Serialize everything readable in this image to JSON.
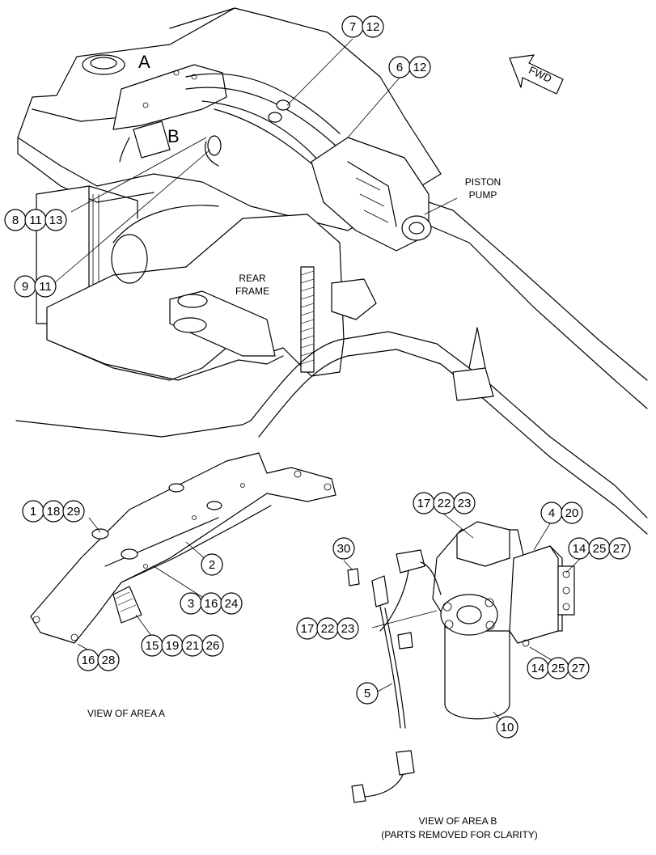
{
  "labels": {
    "area_a": "A",
    "area_b": "B",
    "fwd": "FWD",
    "piston_pump_1": "PISTON",
    "piston_pump_2": "PUMP",
    "rear_frame_1": "REAR",
    "rear_frame_2": "FRAME",
    "view_area_a": "VIEW OF AREA A",
    "view_area_b": "VIEW OF AREA B",
    "view_area_b_note": "(PARTS REMOVED FOR CLARITY)"
  },
  "callouts": {
    "g1": [
      "7",
      "12"
    ],
    "g2": [
      "6",
      "12"
    ],
    "g3": [
      "8",
      "11",
      "13"
    ],
    "g4": [
      "9",
      "11"
    ],
    "g5": [
      "1",
      "18",
      "29"
    ],
    "g6": [
      "2"
    ],
    "g7": [
      "3",
      "16",
      "24"
    ],
    "g8": [
      "15",
      "19",
      "21",
      "26"
    ],
    "g9": [
      "16",
      "28"
    ],
    "g10": [
      "17",
      "22",
      "23"
    ],
    "g11": [
      "4",
      "20"
    ],
    "g12": [
      "14",
      "25",
      "27"
    ],
    "g13": [
      "30"
    ],
    "g14": [
      "17",
      "22",
      "23"
    ],
    "g15": [
      "5"
    ],
    "g16": [
      "14",
      "25",
      "27"
    ],
    "g17": [
      "10"
    ]
  }
}
